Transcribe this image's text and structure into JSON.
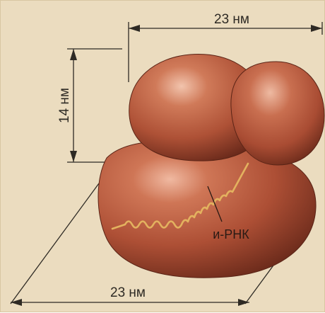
{
  "diagram": {
    "top_dimension_label": "23 нм",
    "height_dimension_label": "14 нм",
    "bottom_dimension_label": "23 нм",
    "mrna_label": "и-РНК"
  },
  "colors": {
    "background": "#ebdcbf",
    "subunit": "#b5553a",
    "subunit_highlight": "#f0b9a1",
    "subunit_shadow": "#6e2c1c",
    "mrna_strand": "#e3b25f",
    "dimension_lines": "#2e2a24"
  }
}
